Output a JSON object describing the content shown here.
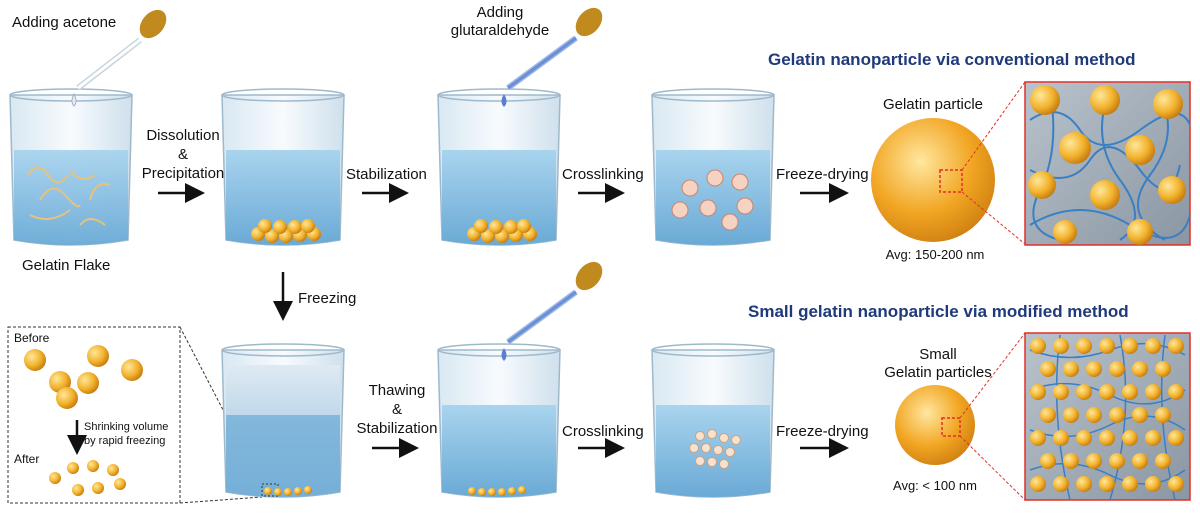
{
  "colors": {
    "title": "#1f3a7a",
    "water": "#7fbbe0",
    "particle": "#f2a623",
    "fiber": "#3a7fc4",
    "zoom_frame": "#e0302a"
  },
  "labels": {
    "adding_acetone": "Adding acetone",
    "adding_glutaraldehyde_1": "Adding",
    "adding_glutaraldehyde_2": "glutaraldehyde",
    "gelatin_flake": "Gelatin Flake",
    "dissolution_1": "Dissolution",
    "dissolution_2": "&",
    "dissolution_3": "Precipitation",
    "stabilization": "Stabilization",
    "crosslinking_top": "Crosslinking",
    "freeze_drying_top": "Freeze-drying",
    "freezing": "Freezing",
    "thawing_1": "Thawing",
    "thawing_2": "&",
    "thawing_3": "Stabilization",
    "crosslinking_bottom": "Crosslinking",
    "freeze_drying_bottom": "Freeze-drying",
    "gelatin_particle": "Gelatin  particle",
    "avg_top": "Avg:  150-200 nm",
    "small_1": "Small",
    "small_2": "Gelatin  particles",
    "avg_bottom": "Avg:  < 100 nm",
    "inset_before": "Before",
    "inset_shrink_1": "Shrinking volume",
    "inset_shrink_2": "by rapid freezing",
    "inset_after": "After"
  },
  "titles": {
    "top": "Gelatin nanoparticle via conventional method",
    "bottom": "Small gelatin nanoparticle via modified method"
  }
}
